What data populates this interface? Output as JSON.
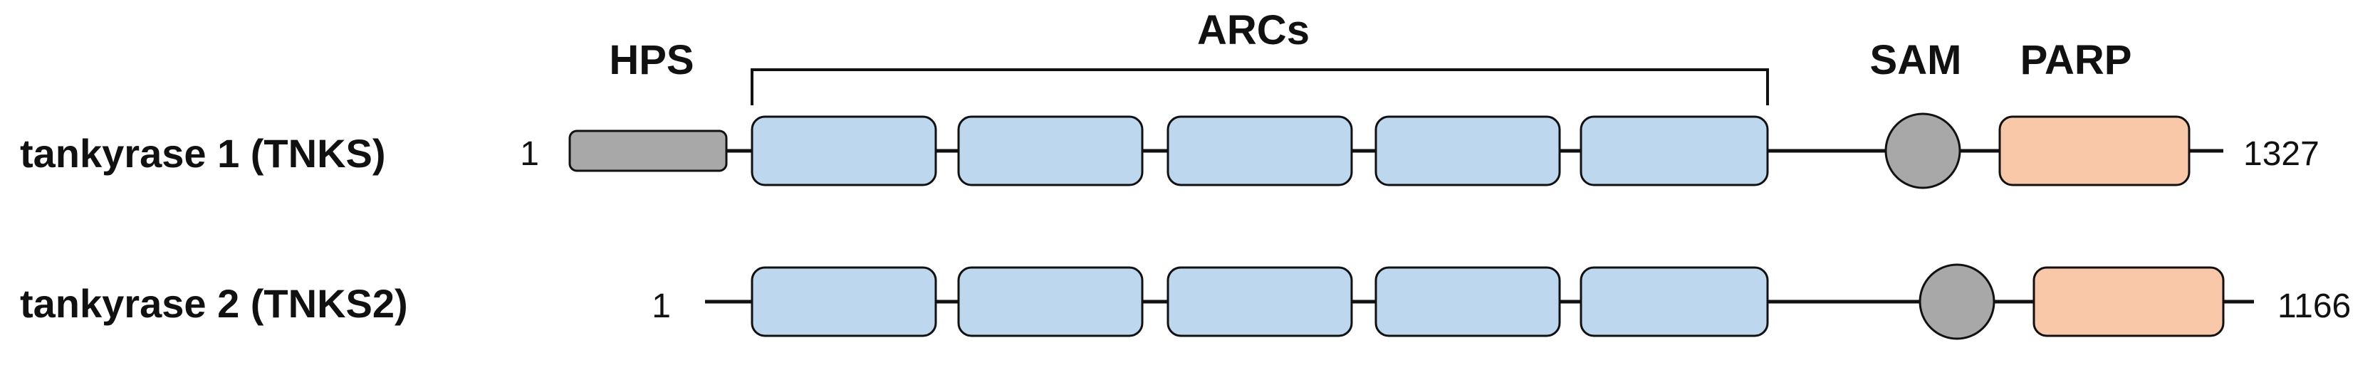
{
  "header_labels": {
    "hps": "HPS",
    "arcs": "ARCs",
    "sam": "SAM",
    "parp": "PARP"
  },
  "proteins": [
    {
      "name": "tankyrase 1 (TNKS)",
      "start": "1",
      "end": "1327"
    },
    {
      "name": "tankyrase 2 (TNKS2)",
      "start": "1",
      "end": "1166"
    }
  ],
  "colors": {
    "hps": "#a8a8a8",
    "arc": "#bcd7ee",
    "sam": "#a8a8a8",
    "parp": "#f8c8a8",
    "line": "#111111"
  }
}
